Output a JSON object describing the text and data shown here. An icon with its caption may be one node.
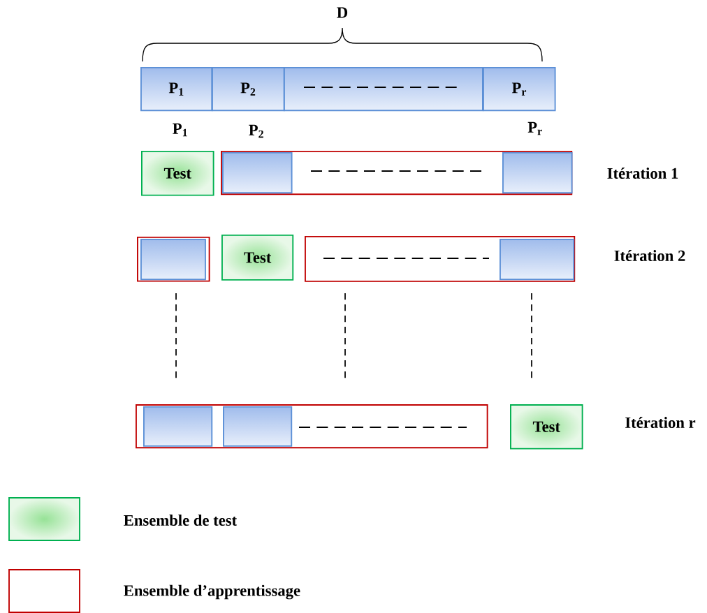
{
  "diagram": {
    "nodes": [
      {
        "text": [
          "P$_{1}$"
        ]
      },
      {
        "text": [
          "P$_{2}$"
        ]
      },
      {
        "text": [],
        "shape": "box"
      },
      {
        "text": [
          "P$_{r}$"
        ]
      },
      {
        "text": [
          "Test"
        ]
      },
      {
        "text": [],
        "shape": "box"
      },
      {
        "text": [],
        "shape": "box",
        "in": 5
      },
      {
        "text": [],
        "shape": "box",
        "in": 5
      },
      {
        "text": [],
        "shape": "box"
      },
      {
        "text": [],
        "shape": "box",
        "in": 8
      },
      {
        "text": [
          "Test"
        ]
      },
      {
        "text": [],
        "shape": "box"
      },
      {
        "text": [],
        "shape": "box",
        "in": 11
      },
      {
        "text": [],
        "shape": "box"
      },
      {
        "text": [],
        "shape": "box",
        "in": 13
      },
      {
        "text": [],
        "shape": "box",
        "in": 13
      },
      {
        "text": [
          "Test"
        ]
      }
    ],
    "labels": [
      "D",
      "P$_{1}$",
      "P$_{2}$",
      "P$_{r}$",
      "Itération 1",
      "Itération 2",
      "Itération r"
    ],
    "legend": [
      {
        "text": "Ensemble de test"
      },
      {
        "text": "Ensemble d’apprentissage"
      }
    ]
  }
}
